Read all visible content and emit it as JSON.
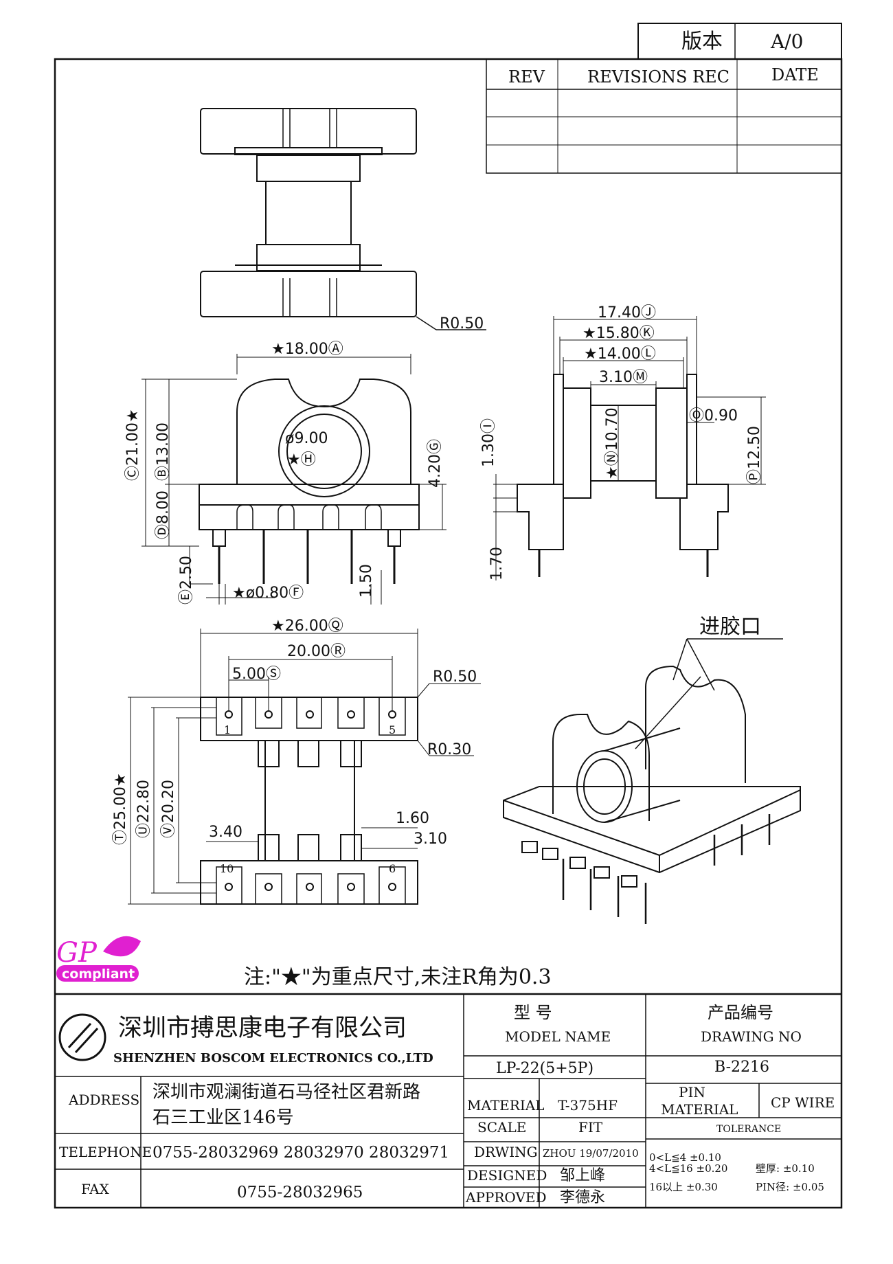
{
  "version_box": {
    "label": "版本",
    "value": "A/0"
  },
  "revisions": {
    "headers": [
      "REV",
      "REVISIONS REC",
      "DATE"
    ],
    "rows": [
      [
        "",
        "",
        ""
      ],
      [
        "",
        "",
        ""
      ],
      [
        "",
        "",
        ""
      ]
    ]
  },
  "dimensions": {
    "r_top": "R0.50",
    "A": "★18.00Ⓐ",
    "H_dia": "ø9.00",
    "H_label": "★Ⓗ",
    "C": "Ⓒ21.00★",
    "B": "Ⓑ13.00",
    "D": "Ⓓ8.00",
    "G": "4.20Ⓖ",
    "E": "Ⓔ2.50",
    "F": "★ø0.80Ⓕ",
    "pin_pitch_side": "1.50",
    "J": "17.40Ⓙ",
    "K": "★15.80Ⓚ",
    "L": "★14.00Ⓛ",
    "M": "3.10Ⓜ",
    "O": "Ⓞ0.90",
    "N": "★Ⓝ10.70",
    "P": "Ⓟ12.50",
    "I": "1.30Ⓘ",
    "side_170": "1.70",
    "Q": "★26.00Ⓠ",
    "R": "20.00Ⓡ",
    "S": "5.00Ⓢ",
    "r_bottom1": "R0.50",
    "r_bottom2": "R0.30",
    "T": "Ⓣ25.00★",
    "U": "Ⓤ22.80",
    "V": "Ⓥ20.20",
    "d340": "3.40",
    "d160": "1.60",
    "d310": "3.10",
    "pin1": "1",
    "pin5": "5",
    "pin10": "10",
    "pin6": "6",
    "inlet": "进胶口"
  },
  "logo": {
    "gp": "GP",
    "compliant": "compliant"
  },
  "note": "注:\"★\"为重点尺寸,未注R角为0.3",
  "company": {
    "cn": "深圳市搏思康电子有限公司",
    "en": "SHENZHEN BOSCOM ELECTRONICS CO.,LTD"
  },
  "contact": {
    "address_label": "ADDRESS",
    "address_line1": "深圳市观澜街道石马径社区君新路",
    "address_line2": "石三工业区146号",
    "telephone_label": "TELEPHONE",
    "telephone": "0755-28032969 28032970 28032971",
    "fax_label": "FAX",
    "fax": "0755-28032965"
  },
  "model": {
    "label_cn": "型        号",
    "label_en": "MODEL NAME",
    "value": "LP-22(5+5P)"
  },
  "drawing_no": {
    "label_cn": "产品编号",
    "label_en": "DRAWING NO",
    "value": "B-2216"
  },
  "specs": {
    "material_label": "MATERIAL",
    "material": "T-375HF",
    "scale_label": "SCALE",
    "scale": "FIT",
    "drawing_label": "DRWING",
    "drawing": "ZHOU 19/07/2010",
    "designed_label": "DESIGNED",
    "designed": "邹上峰",
    "approved_label": "APPROVED",
    "approved": "李德永"
  },
  "pin": {
    "label1": "PIN",
    "label2": "MATERIAL",
    "value": "CP WIRE"
  },
  "tolerance": {
    "label": "TOLERANCE",
    "line1": "0<L≦4  ±0.10",
    "line2": "4<L≦16 ±0.20",
    "line3": "16以上   ±0.30",
    "wall": "壁厚:  ±0.10",
    "pindia": "PIN径: ±0.05"
  }
}
